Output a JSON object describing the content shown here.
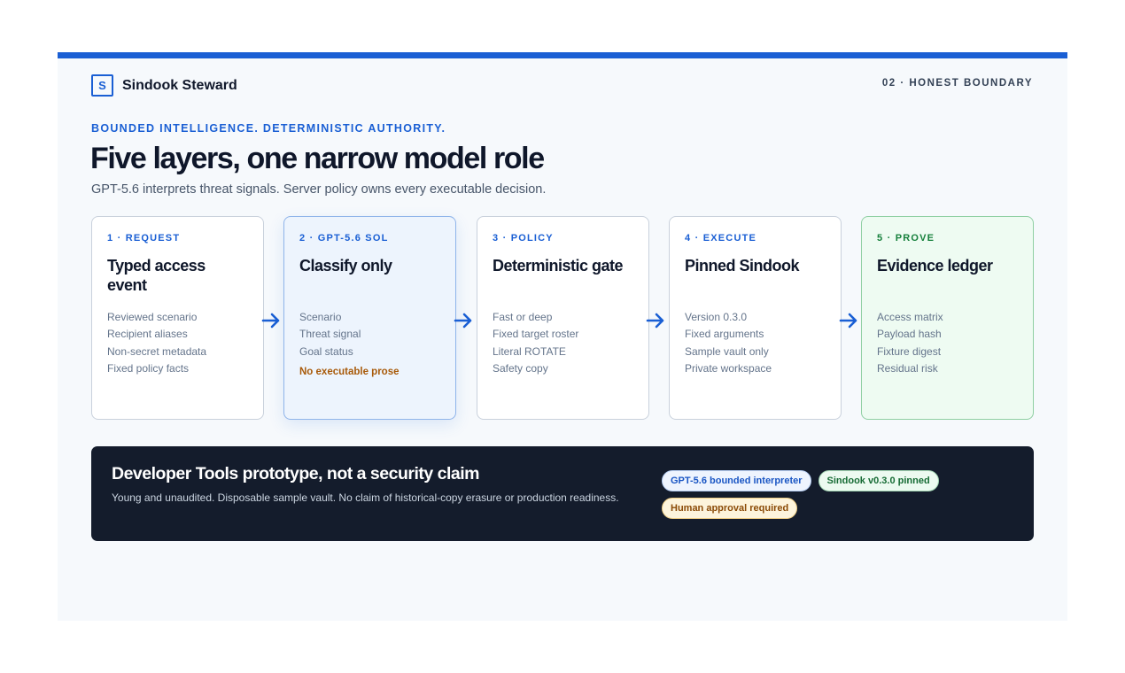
{
  "brand": {
    "mark": "S",
    "name": "Sindook Steward"
  },
  "section_label": "02 · HONEST BOUNDARY",
  "eyebrow": "BOUNDED INTELLIGENCE. DETERMINISTIC AUTHORITY.",
  "title": "Five layers, one narrow model role",
  "subtitle": "GPT-5.6 interprets threat signals. Server policy owns every executable decision.",
  "layers": [
    {
      "step": "1 · REQUEST",
      "title": "Typed access event",
      "items": [
        "Reviewed scenario",
        "Recipient aliases",
        "Non-secret metadata",
        "Fixed policy facts"
      ]
    },
    {
      "step": "2 · GPT-5.6 SOL",
      "title": "Classify only",
      "items": [
        "Scenario",
        "Threat signal",
        "Goal status"
      ],
      "note": "No executable prose"
    },
    {
      "step": "3 · POLICY",
      "title": "Deterministic gate",
      "items": [
        "Fast or deep",
        "Fixed target roster",
        "Literal ROTATE",
        "Safety copy"
      ]
    },
    {
      "step": "4 · EXECUTE",
      "title": "Pinned Sindook",
      "items": [
        "Version 0.3.0",
        "Fixed arguments",
        "Sample vault only",
        "Private workspace"
      ]
    },
    {
      "step": "5 · PROVE",
      "title": "Evidence ledger",
      "items": [
        "Access matrix",
        "Payload hash",
        "Fixture digest",
        "Residual risk"
      ]
    }
  ],
  "footer": {
    "title": "Developer Tools prototype, not a security claim",
    "text": "Young and unaudited. Disposable sample vault. No claim of historical-copy erasure or production readiness.",
    "badges": [
      {
        "label": "GPT-5.6 bounded interpreter",
        "tone": "blue"
      },
      {
        "label": "Sindook v0.3.0 pinned",
        "tone": "green"
      },
      {
        "label": "Human approval required",
        "tone": "amber"
      }
    ]
  },
  "colors": {
    "accent": "#1a5fd4",
    "prove": "#16803c",
    "warning": "#a85a0a",
    "footer_bg": "#141c2c"
  },
  "icons": {
    "flow_arrow": "arrow-right-icon"
  }
}
